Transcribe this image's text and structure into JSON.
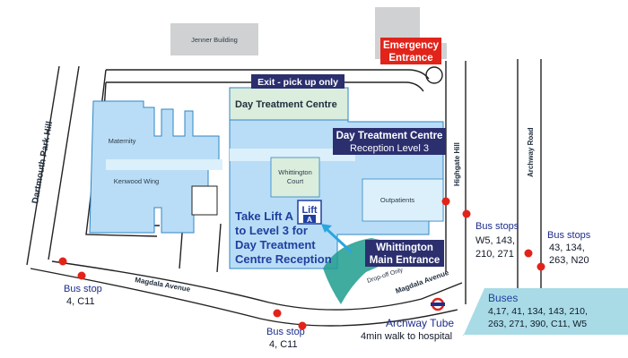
{
  "buildings": {
    "jenner": "Jenner Building",
    "maternity": "Maternity",
    "kenwood": "Kenwood Wing",
    "whittington_court_1": "Whittington",
    "whittington_court_2": "Court",
    "outpatients": "Outpatients",
    "day_treatment_centre": "Day Treatment Centre"
  },
  "badges": {
    "emergency_1": "Emergency",
    "emergency_2": "Entrance",
    "exit": "Exit - pick up only",
    "dtc_reception_1": "Day Treatment Centre",
    "dtc_reception_2": "Reception Level 3",
    "main_entrance_1": "Whittington",
    "main_entrance_2": "Main Entrance"
  },
  "lift": {
    "word": "Lift",
    "letter": "A"
  },
  "lift_note": [
    "Take Lift A",
    "to Level 3 for",
    "Day Treatment",
    "Centre Reception"
  ],
  "streets": {
    "dartmouth": "Dartmouth Park Hill",
    "magdala_left": "Magdala Avenue",
    "magdala_right": "Magdala Avenue",
    "highgate": "Highgate Hill",
    "archway": "Archway Road",
    "drop_off": "Drop-off Only"
  },
  "bus_stops": {
    "left": {
      "title": "Bus stop",
      "routes": "4, C11"
    },
    "bottom": {
      "title": "Bus stop",
      "routes": "4, C11"
    },
    "highgate": {
      "title": "Bus stops",
      "routes_1": "W5, 143,",
      "routes_2": "210, 271"
    },
    "archway": {
      "title": "Bus stops",
      "routes_1": "43, 134,",
      "routes_2": "263, N20"
    }
  },
  "buses": {
    "title": "Buses",
    "line1": "4,17, 41, 134, 143, 210,",
    "line2": "263, 271, 390, C11, W5"
  },
  "tube": {
    "title": "Archway Tube",
    "subtitle": "4min walk to hospital"
  },
  "colors": {
    "building": "#b9ddf6",
    "building_light": "#dcf0fb",
    "building_outline": "#2f86c4",
    "green_area": "#dbeedd",
    "grey_building": "#cfd1d2",
    "badge_navy": "#2b2f6e",
    "emergency_red": "#e2231a",
    "bus_stop_red": "#e2231a",
    "buses_box": "#a8dbe6",
    "drop_off": "#1f9c8e",
    "text_blue": "#1f3fa0"
  }
}
